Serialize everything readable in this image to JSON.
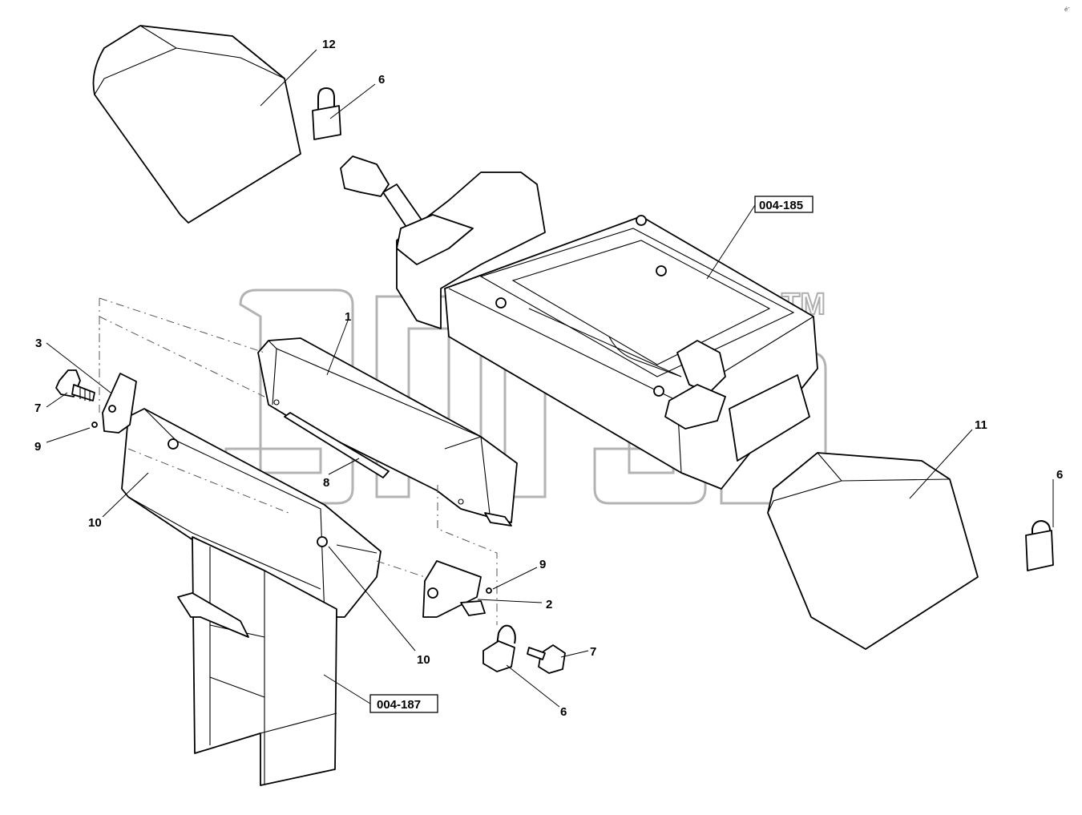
{
  "diagram": {
    "callouts": {
      "c12": "12",
      "c6a": "6",
      "c6b": "6",
      "c6c": "6",
      "c1": "1",
      "c3": "3",
      "c7a": "7",
      "c7b": "7",
      "c9a": "9",
      "c9b": "9",
      "c8": "8",
      "c10a": "10",
      "c10b": "10",
      "c11": "11",
      "c2": "2"
    },
    "references": {
      "frame": "004-185",
      "stand": "004-187"
    },
    "watermark": {
      "trademark": "TM"
    },
    "corner_mark": "é″"
  }
}
